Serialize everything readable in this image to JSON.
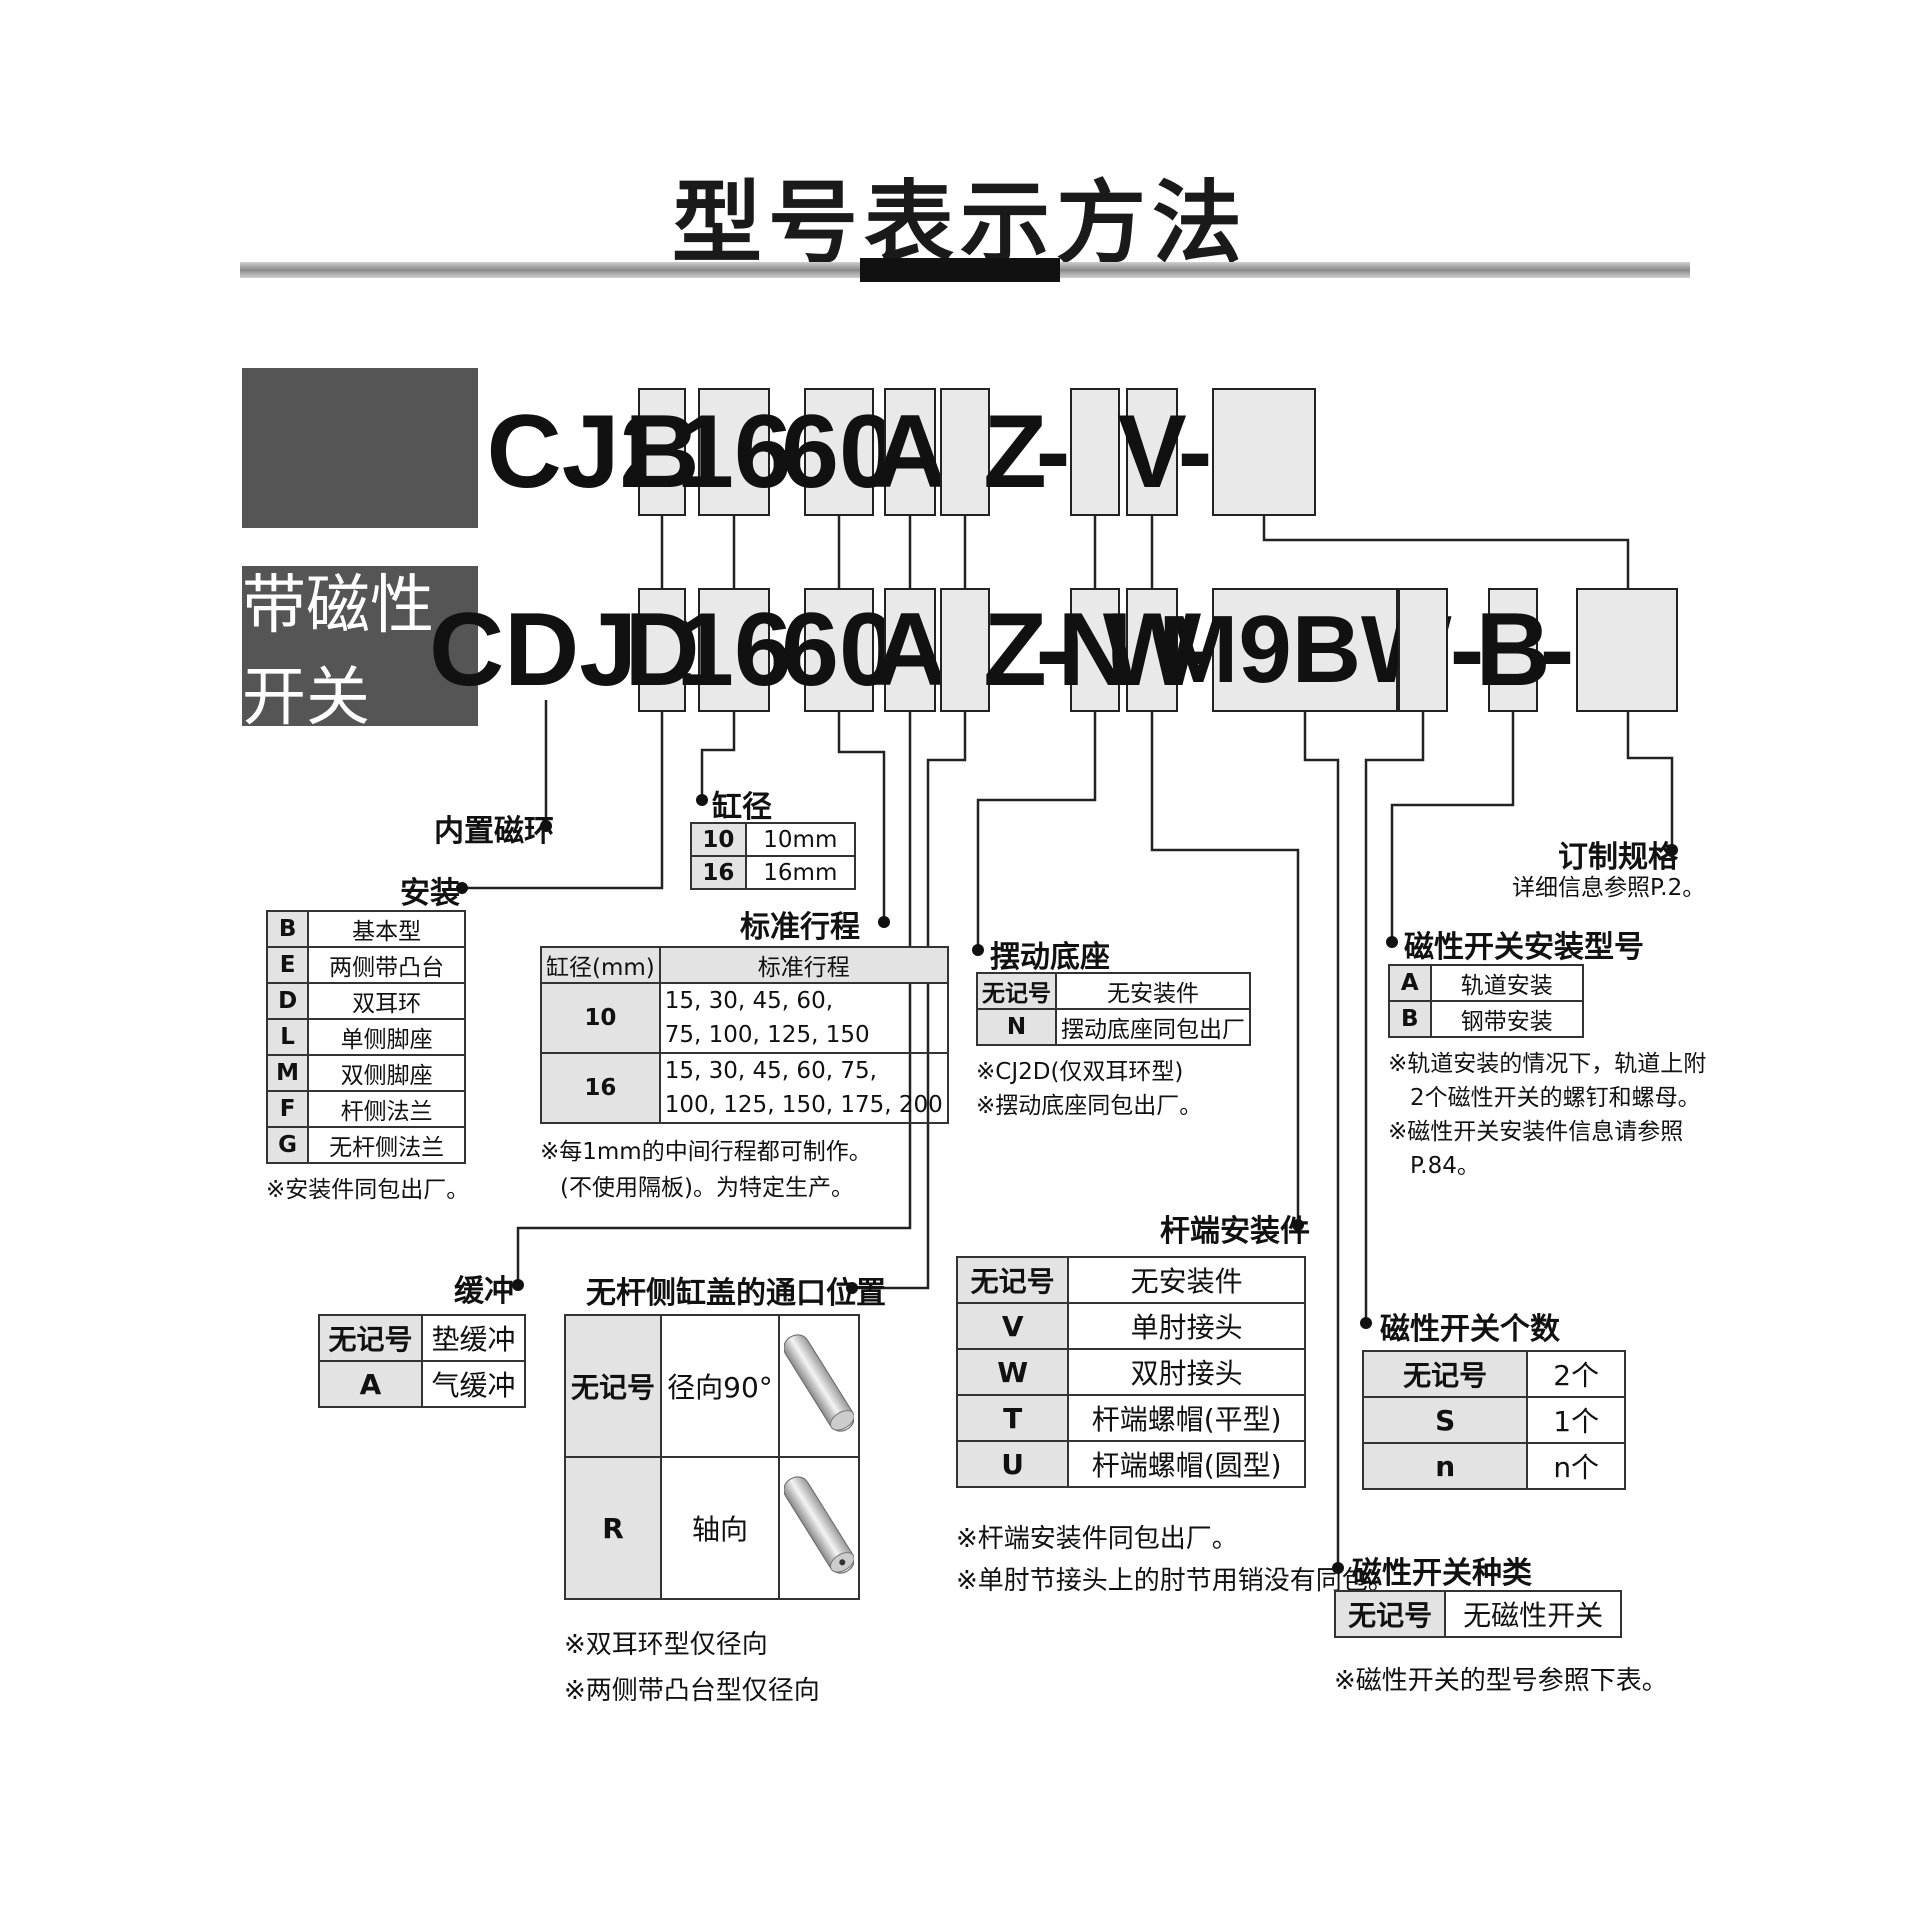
{
  "title": "型号表示方法",
  "tag_magnetic": "带磁性开关",
  "model_cj2": {
    "prefix": "CJ2",
    "b": "B",
    "bore": "16",
    "dash": "-",
    "stroke": "60",
    "a": "A",
    "z": "Z",
    "v": "V"
  },
  "model_cdj2": {
    "prefix": "CDJ2",
    "d": "D",
    "bore": "16",
    "dash": "-",
    "stroke": "60",
    "a": "A",
    "z": "Z",
    "n": "N",
    "w": "W",
    "m9bw": "M9BW",
    "b": "B"
  },
  "builtin_magnet": {
    "label": "内置磁环"
  },
  "mounting": {
    "label": "安装",
    "rows": [
      [
        "B",
        "基本型"
      ],
      [
        "E",
        "两侧带凸台"
      ],
      [
        "D",
        "双耳环"
      ],
      [
        "L",
        "单侧脚座"
      ],
      [
        "M",
        "双侧脚座"
      ],
      [
        "F",
        "杆侧法兰"
      ],
      [
        "G",
        "无杆侧法兰"
      ]
    ],
    "note": "※安装件同包出厂。"
  },
  "bore_size": {
    "label": "缸径",
    "rows": [
      [
        "10",
        "10mm"
      ],
      [
        "16",
        "16mm"
      ]
    ]
  },
  "standard_stroke": {
    "label": "标准行程",
    "headers": [
      "缸径(mm)",
      "标准行程"
    ],
    "rows": [
      [
        "10",
        "15, 30, 45, 60,",
        "75, 100, 125, 150"
      ],
      [
        "16",
        "15, 30, 45, 60, 75,",
        "100, 125, 150, 175, 200"
      ]
    ],
    "notes": [
      "※每1mm的中间行程都可制作。",
      "(不使用隔板)。为特定生产。"
    ]
  },
  "cushion": {
    "label": "缓冲",
    "rows": [
      [
        "无记号",
        "垫缓冲"
      ],
      [
        "A",
        "气缓冲"
      ]
    ]
  },
  "port_position": {
    "label": "无杆侧缸盖的通口位置",
    "rows": [
      [
        "无记号",
        "径向90°"
      ],
      [
        "R",
        "轴向"
      ]
    ],
    "notes": [
      "※双耳环型仅径向",
      "※两侧带凸台型仅径向"
    ]
  },
  "pivot_bracket": {
    "label": "摆动底座",
    "rows": [
      [
        "无记号",
        "无安装件"
      ],
      [
        "N",
        "摆动底座同包出厂"
      ]
    ],
    "notes": [
      "※CJ2D(仅双耳环型)",
      "※摆动底座同包出厂。"
    ]
  },
  "rod_end": {
    "label": "杆端安装件",
    "rows": [
      [
        "无记号",
        "无安装件"
      ],
      [
        "V",
        "单肘接头"
      ],
      [
        "W",
        "双肘接头"
      ],
      [
        "T",
        "杆端螺帽(平型)"
      ],
      [
        "U",
        "杆端螺帽(圆型)"
      ]
    ],
    "notes": [
      "※杆端安装件同包出厂。",
      "※单肘节接头上的肘节用销没有同包。"
    ]
  },
  "made_to_order": {
    "label": "订制规格",
    "note": "详细信息参照P.2。"
  },
  "switch_mount": {
    "label": "磁性开关安装型号",
    "rows": [
      [
        "A",
        "轨道安装"
      ],
      [
        "B",
        "钢带安装"
      ]
    ],
    "notes": [
      "※轨道安装的情况下，轨道上附",
      "2个磁性开关的螺钉和螺母。",
      "※磁性开关安装件信息请参照",
      "P.84。"
    ]
  },
  "switch_count": {
    "label": "磁性开关个数",
    "rows": [
      [
        "无记号",
        "2个"
      ],
      [
        "S",
        "1个"
      ],
      [
        "n",
        "n个"
      ]
    ]
  },
  "switch_type": {
    "label": "磁性开关种类",
    "rows": [
      [
        "无记号",
        "无磁性开关"
      ]
    ],
    "note": "※磁性开关的型号参照下表。"
  }
}
